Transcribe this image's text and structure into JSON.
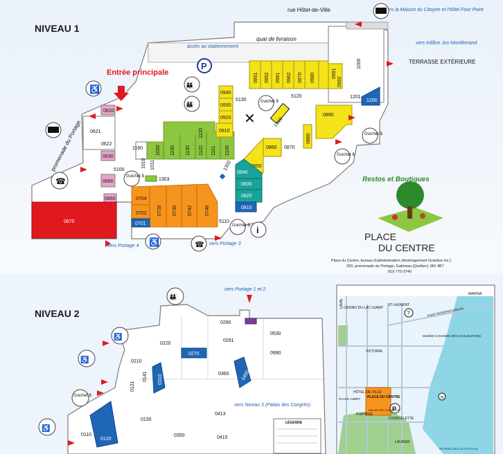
{
  "niveau1": {
    "title": "NIVEAU 1",
    "streets": {
      "rue_hotel_de_ville": "rue Hôtel-de-Ville",
      "promenade": "promenade du Portage",
      "quai": "quai de livraison",
      "terrasse": "TERRASSE EXTÉRIEURE",
      "acces": "accès au stationnement"
    },
    "entree": "Entrée principale",
    "links": {
      "maison": "vers la Maison du Citoyen et l'hôtel Four Point",
      "jos": "vers édifice Jos-Montferrand",
      "portage4": "vers Portage 4",
      "portage3": "vers Portage 3"
    },
    "guichet": "Guichet $",
    "units": {
      "u0610": "0610",
      "u0621": "0621",
      "u0622": "0622",
      "u0630": "0630",
      "u0650": "0650",
      "u0660": "0660",
      "u0670": "0670",
      "u1160": "1160",
      "u1011": "1011",
      "u1010": "1010",
      "u1020": "1020",
      "u1150": "1150",
      "u1130": "1130",
      "u1122": "1122",
      "u1120": "1120",
      "u1111": "1111",
      "u1100": "1100",
      "u1303": "1303",
      "u1302": "1302",
      "u0704": "0704",
      "u0702": "0702",
      "u0701": "0701",
      "u0720": "0720",
      "u0730": "0730",
      "u0742": "0742",
      "u0740": "0740",
      "u0940": "0940",
      "u0930": "0930",
      "u0920": "0920",
      "u0910": "0910",
      "u0951": "0951",
      "u0952": "0952",
      "u0961": "0961",
      "u0962": "0962",
      "u0970": "0970",
      "u0980": "0980",
      "u0991": "0991",
      "u0992": "0992",
      "u1000": "1000",
      "u5130": "5130",
      "u5120": "5120",
      "u1201": "1201",
      "u1200": "1200",
      "u0890": "0890",
      "u0880": "0880",
      "u0870": "0870",
      "u0860": "0860",
      "u0850": "0850",
      "u0840": "0840",
      "u0830": "0830",
      "u0820": "0820",
      "u0810": "0810",
      "u5100": "5100",
      "u5110": "5110",
      "u1310": "1310"
    }
  },
  "brand": {
    "tag": "Restos et Boutiques",
    "name1": "PLACE",
    "name2": "DU CENTRE",
    "addr1": "Place du Centre, bureau d'administration (Aménagement Grantive inc.)",
    "addr2": "200, promenade du Portage, Gatineau (Québec)  J8X 4B7",
    "phone": "819 770-3740"
  },
  "niveau2": {
    "title": "NIVEAU 2",
    "links": {
      "portage12": "vers Portage 1 et 2",
      "niveau3": "vers Niveau 3 (Palais des Congrès)"
    },
    "guichet": "Guichet $",
    "units": {
      "u0290": "0290",
      "u0291": "0291",
      "u0220": "0220",
      "u0270": "0270",
      "u0210": "0210",
      "u0310": "0310",
      "u0141": "0141",
      "u0131": "0131",
      "u0360": "0360",
      "u0400": "0400",
      "u0530": "0530",
      "u0990": "0990",
      "u0130": "0130",
      "u0110": "0110",
      "u0120": "0120",
      "u0350": "0350",
      "u0413": "0413",
      "u0410": "0410"
    },
    "legende": "LÉGENDE"
  },
  "inset": {
    "streets": {
      "laval": "LAVAL",
      "casino": "CASINO DU LAC LEAMY",
      "st_laurent": "ST-LAURENT",
      "pont": "PONT INTERPROVINCIAL",
      "marina": "MARINA",
      "laurier": "LAURIER",
      "portage": "PORTAGE",
      "victoria": "VICTORIA",
      "hotel_de_ville": "HÔTEL-DE-VILLE",
      "courcelette": "COURCELETTE",
      "riviere": "RIVIÈRE DES OUTAOUAIS",
      "place_aubry": "PLACE AUBRY"
    },
    "musee": "MUSÉE CANADIEN DES CIVILISATIONS",
    "place": "PLACE DU CENTRE",
    "palais": "PALAIS DES CONGRÈS"
  },
  "colors": {
    "yellow": "#f4e21b",
    "green": "#8dc63f",
    "orange": "#f7941d",
    "teal": "#1aa39a",
    "blue": "#1f66b5",
    "pink": "#e9a3c9",
    "red": "#e0191e",
    "corridor": "#ffffff",
    "outline": "#7a7a7a",
    "water": "#8ed6e6",
    "park": "#9fd08f"
  }
}
